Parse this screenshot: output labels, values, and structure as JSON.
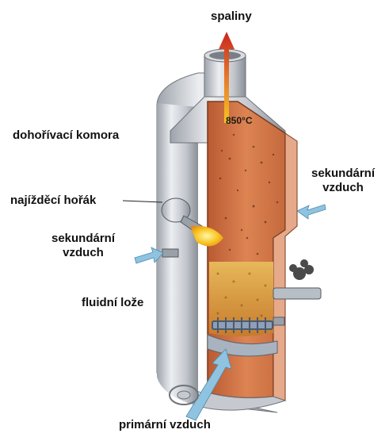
{
  "labels": {
    "flue_gas": "spaliny",
    "temperature": "850°C",
    "afterburn_chamber": "dohořívací komora",
    "startup_burner": "najížděcí hořák",
    "secondary_air_left_1": "sekundární",
    "secondary_air_left_2": "vzduch",
    "secondary_air_right_1": "sekundární",
    "secondary_air_right_2": "vzduch",
    "fluidized_bed": "fluidní lože",
    "primary_air": "primární vzduch"
  },
  "colors": {
    "steel": "#c9ccd2",
    "steel_dark": "#8c9098",
    "chamber_inner": "#d87a4a",
    "chamber_hot": "#e98a3c",
    "bed": "#d9a63a",
    "air_arrow": "#7fb8d8",
    "gas_arrow": "#c8261e",
    "flame": "#f2b21a"
  }
}
